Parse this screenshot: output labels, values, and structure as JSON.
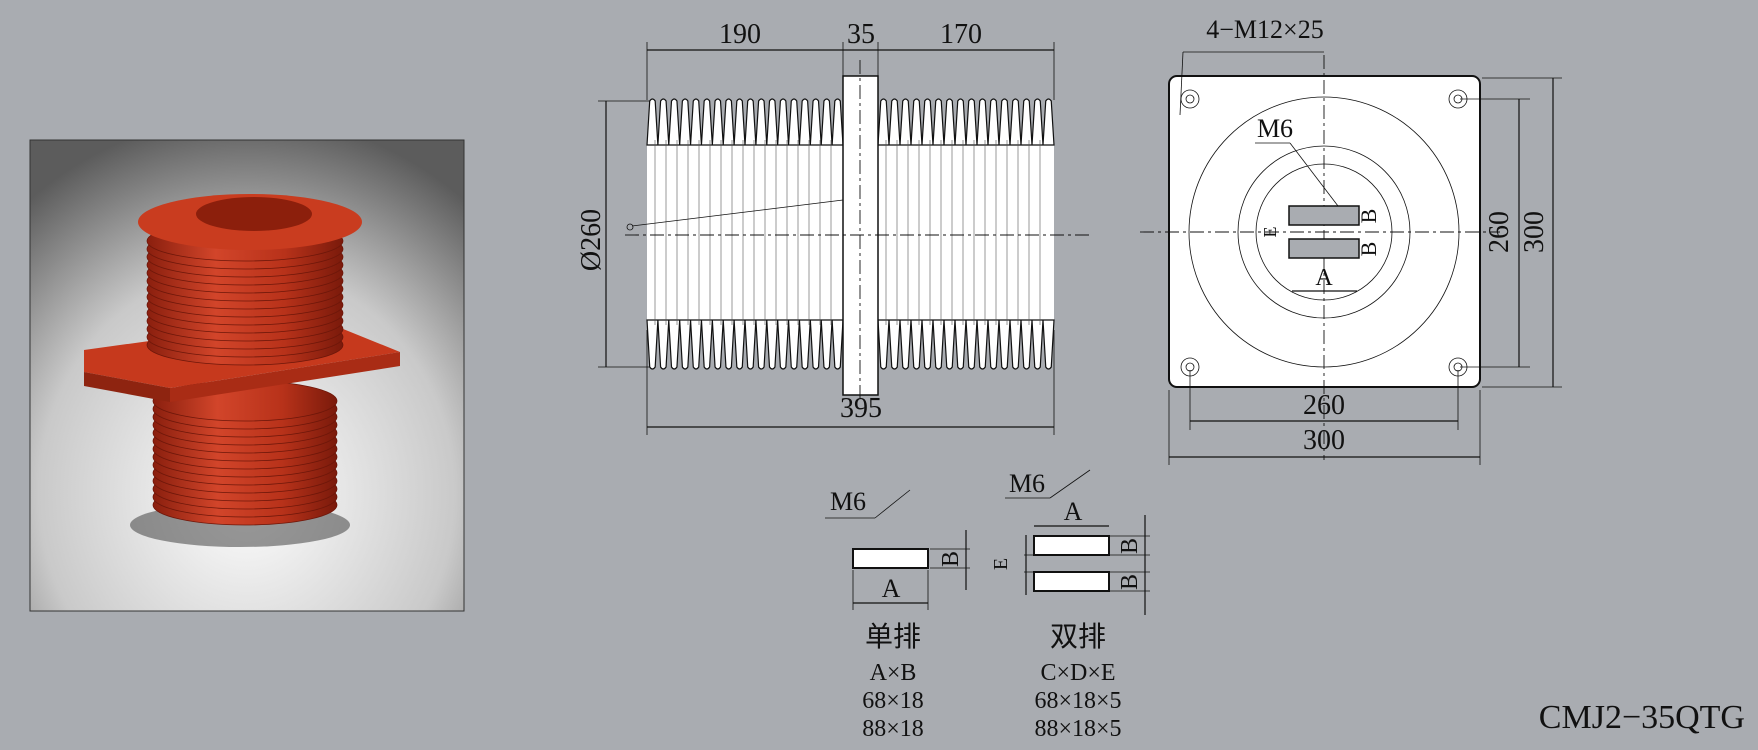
{
  "product_photo": {
    "description_label": "bushing-photo"
  },
  "side_view": {
    "dim_left": "190",
    "dim_flange": "35",
    "dim_right": "170",
    "dim_diameter": "Ø260",
    "dim_total_length": "395"
  },
  "front_view": {
    "bolt_label": "4−M12×25",
    "thread_label": "M6",
    "dim_bolt_spacing_h": "260",
    "dim_width": "300",
    "dim_bolt_spacing_v": "260",
    "dim_height": "300",
    "bar_labels": {
      "a": "A",
      "b1": "B",
      "b2": "B",
      "e": "E"
    }
  },
  "details": {
    "single": {
      "thread_label": "M6",
      "a_label": "A",
      "b_label": "B",
      "title": "单排",
      "formula": "A×B",
      "sizes": [
        "68×18",
        "88×18"
      ]
    },
    "double": {
      "thread_label": "M6",
      "a_label": "A",
      "b1_label": "B",
      "b2_label": "B",
      "e_label": "E",
      "title": "双排",
      "formula": "C×D×E",
      "sizes": [
        "68×18×5",
        "88×18×5"
      ]
    }
  },
  "model_number": "CMJ2−35QTG",
  "colors": {
    "background": "#a9acb1",
    "bushing_red": "#c2361b"
  }
}
